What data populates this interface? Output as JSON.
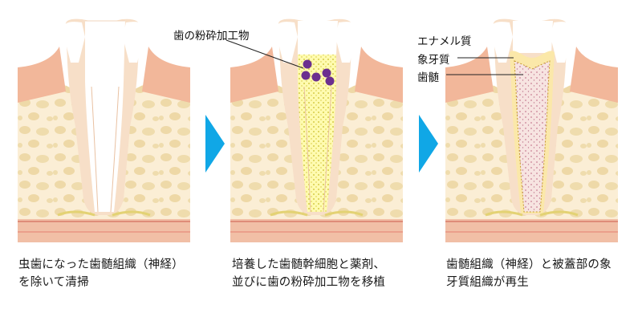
{
  "labels": {
    "powder": "歯の粉砕加工物",
    "enamel": "エナメル質",
    "dentin": "象牙質",
    "pulp": "歯髄"
  },
  "captions": [
    {
      "line1": "虫歯になった歯髄組織（神経）",
      "line2": "を除いて清掃"
    },
    {
      "line1": "培養した歯髄幹細胞と薬剤、",
      "line2": "並びに歯の粉砕加工物を移植"
    },
    {
      "line1": "歯髄組織（神経）と被蓋部の象",
      "line2": "牙質組織が再生"
    }
  ],
  "colors": {
    "arrow": "#10a7e6",
    "gum": "#f2b79a",
    "bone": "#fbeed2",
    "enamel": "#ffffff",
    "dentin": "#f8dfc9",
    "powder": "#6b2f8f"
  }
}
